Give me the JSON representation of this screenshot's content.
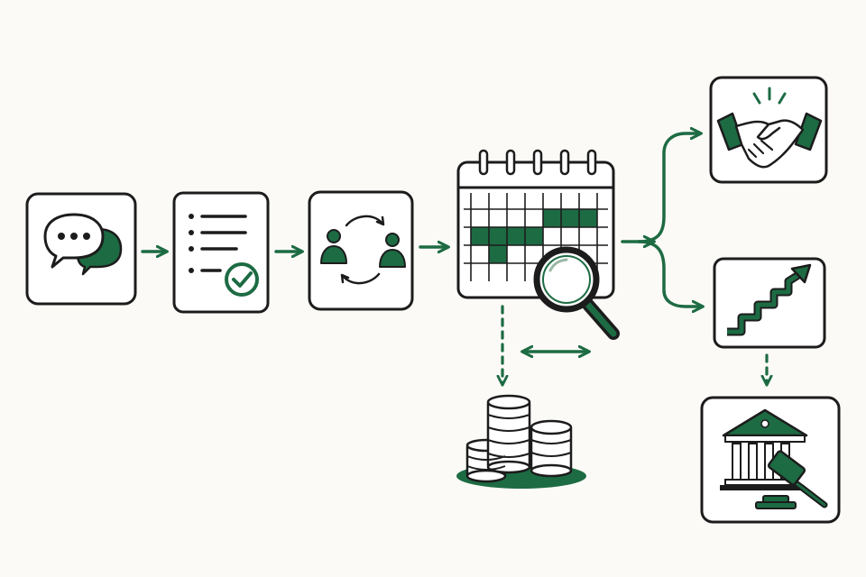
{
  "colors": {
    "background": "#fbfaf6",
    "ink": "#1c1c1c",
    "accent": "#1d6b43",
    "card": "#ffffff"
  },
  "nodes": [
    {
      "id": "chat",
      "icon": "chat-bubbles-icon"
    },
    {
      "id": "checklist",
      "icon": "checklist-icon"
    },
    {
      "id": "exchange",
      "icon": "people-exchange-icon"
    },
    {
      "id": "calendar-review",
      "icon": "calendar-magnifier-icon"
    },
    {
      "id": "coins",
      "icon": "coin-stacks-icon"
    },
    {
      "id": "agreement",
      "icon": "handshake-icon"
    },
    {
      "id": "growth",
      "icon": "rising-stairs-icon"
    },
    {
      "id": "legal",
      "icon": "courthouse-gavel-icon"
    }
  ],
  "connections": [
    {
      "from": "chat",
      "to": "checklist",
      "style": "solid"
    },
    {
      "from": "checklist",
      "to": "exchange",
      "style": "solid"
    },
    {
      "from": "exchange",
      "to": "calendar-review",
      "style": "solid"
    },
    {
      "from": "calendar-review",
      "to": "agreement",
      "style": "solid"
    },
    {
      "from": "calendar-review",
      "to": "growth",
      "style": "solid"
    },
    {
      "from": "calendar-review",
      "to": "coins",
      "style": "dashed"
    },
    {
      "from": "growth",
      "to": "legal",
      "style": "dashed"
    },
    {
      "from": "calendar-review",
      "to": "calendar-review",
      "style": "double-headed"
    }
  ]
}
